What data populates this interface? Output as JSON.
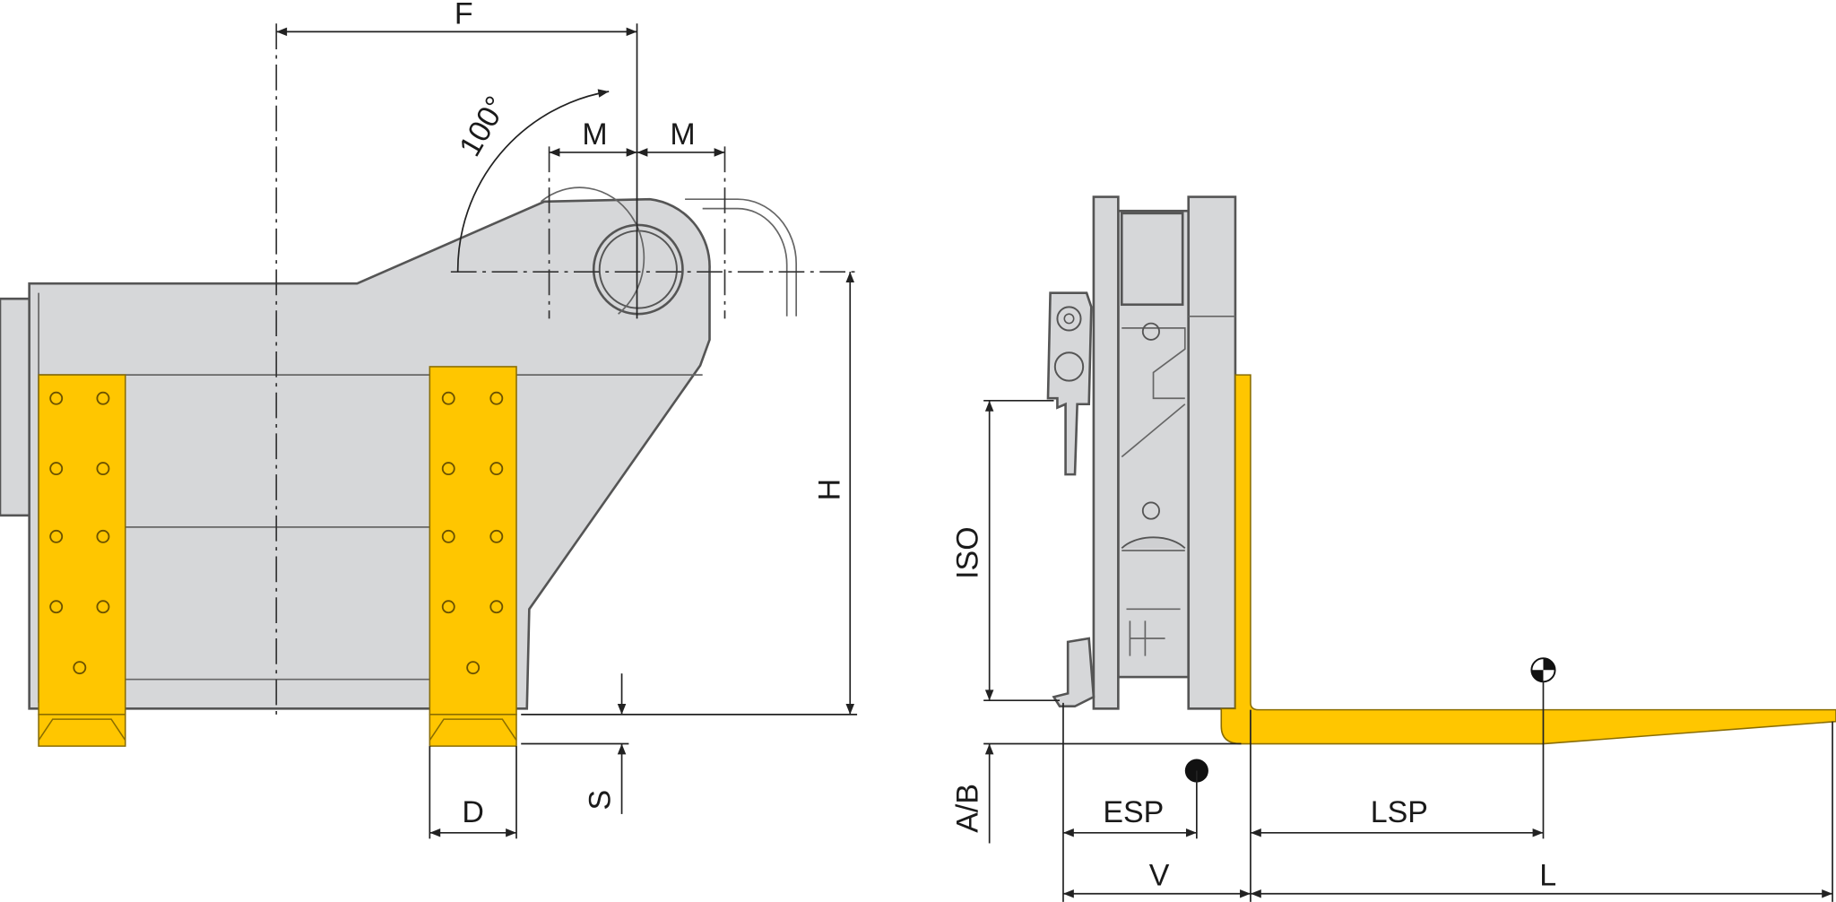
{
  "diagram": {
    "left_view": {
      "labels": {
        "F": "F",
        "angle": "100°",
        "M_left": "M",
        "M_right": "M",
        "H": "H",
        "S": "S",
        "D": "D"
      }
    },
    "right_view": {
      "labels": {
        "ISO": "ISO",
        "AB": "A/B",
        "ESP": "ESP",
        "LSP": "LSP",
        "V": "V",
        "L": "L"
      }
    },
    "colors": {
      "body": "#d6d7d9",
      "fork": "#ffc600",
      "line": "#222222"
    }
  }
}
